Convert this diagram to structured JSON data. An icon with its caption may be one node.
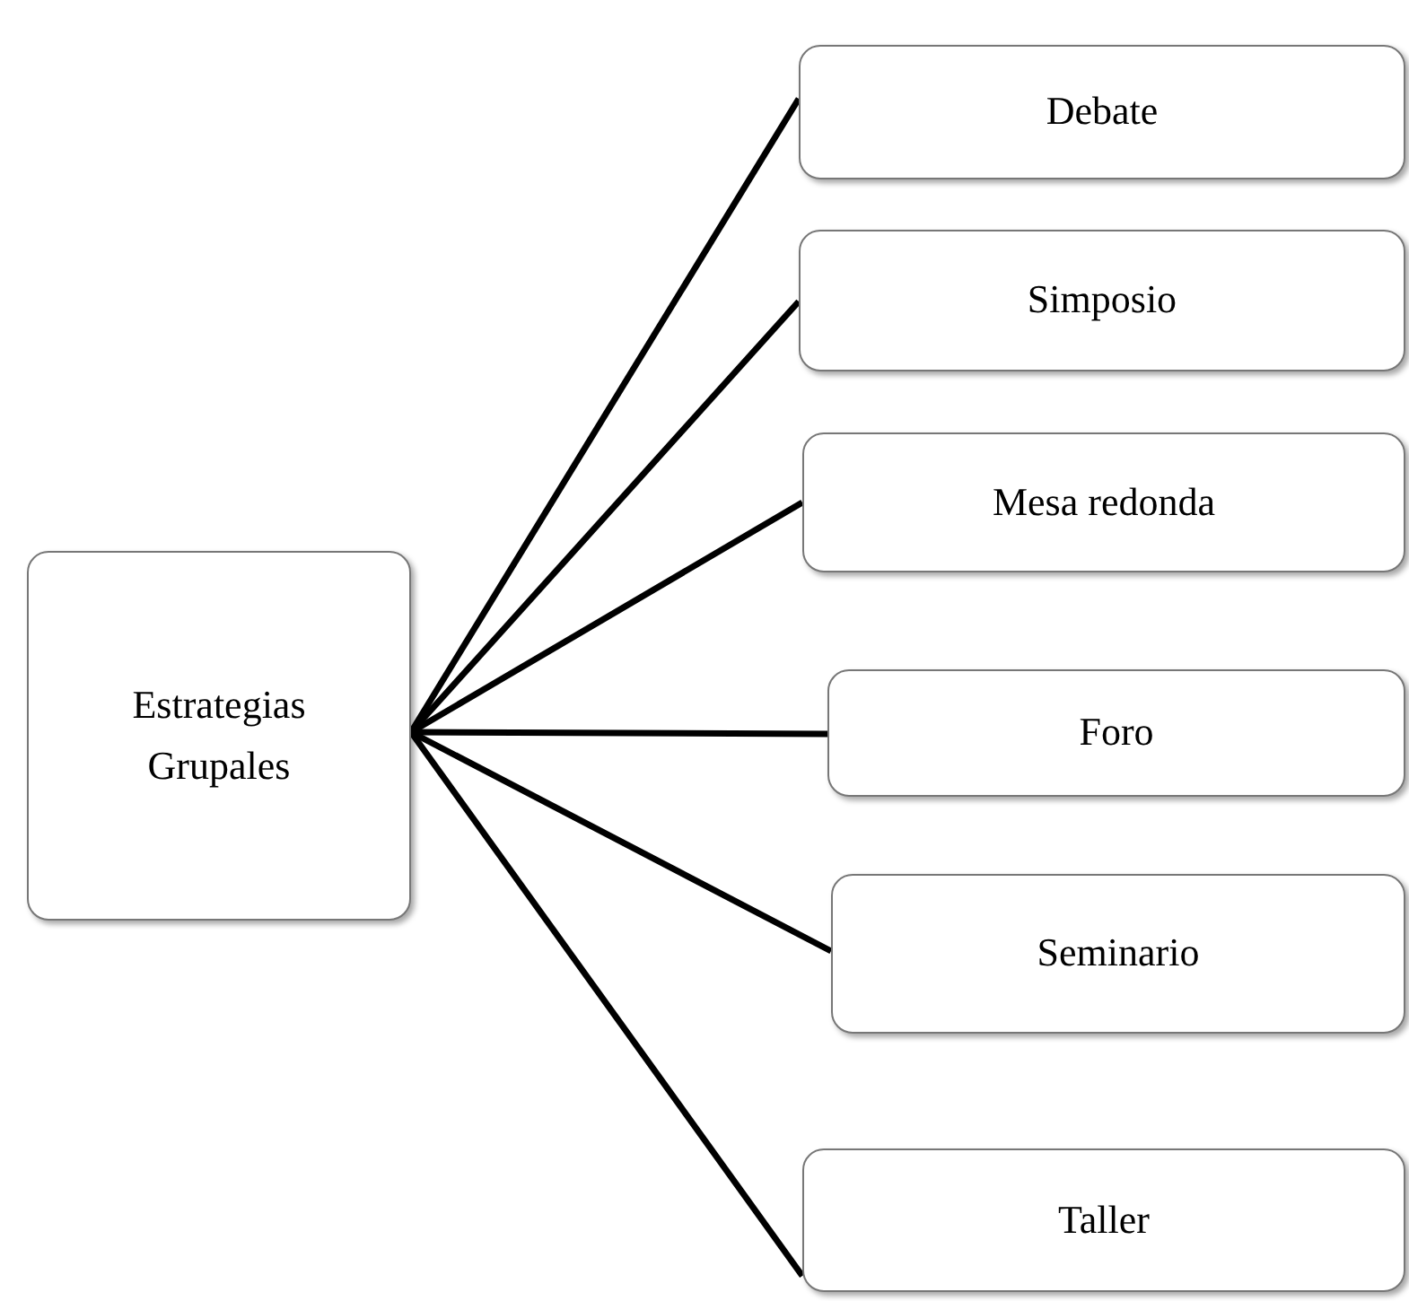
{
  "diagram": {
    "nodes": [
      {
        "text": [
          "Estrategias Grupales"
        ]
      },
      {
        "text": [
          "Debate"
        ]
      },
      {
        "text": [
          "Simposio"
        ]
      },
      {
        "text": [
          "Mesa redonda"
        ]
      },
      {
        "text": [
          "Foro"
        ]
      },
      {
        "text": [
          "Seminario"
        ]
      },
      {
        "text": [
          "Taller"
        ]
      }
    ],
    "edges": [
      {
        "from": 0,
        "to": 1,
        "arrow": "none"
      },
      {
        "from": 0,
        "to": 2,
        "arrow": "none"
      },
      {
        "from": 0,
        "to": 3,
        "arrow": "none"
      },
      {
        "from": 0,
        "to": 4,
        "arrow": "none"
      },
      {
        "from": 0,
        "to": 5,
        "arrow": "none"
      },
      {
        "from": 0,
        "to": 6,
        "arrow": "none"
      }
    ]
  }
}
